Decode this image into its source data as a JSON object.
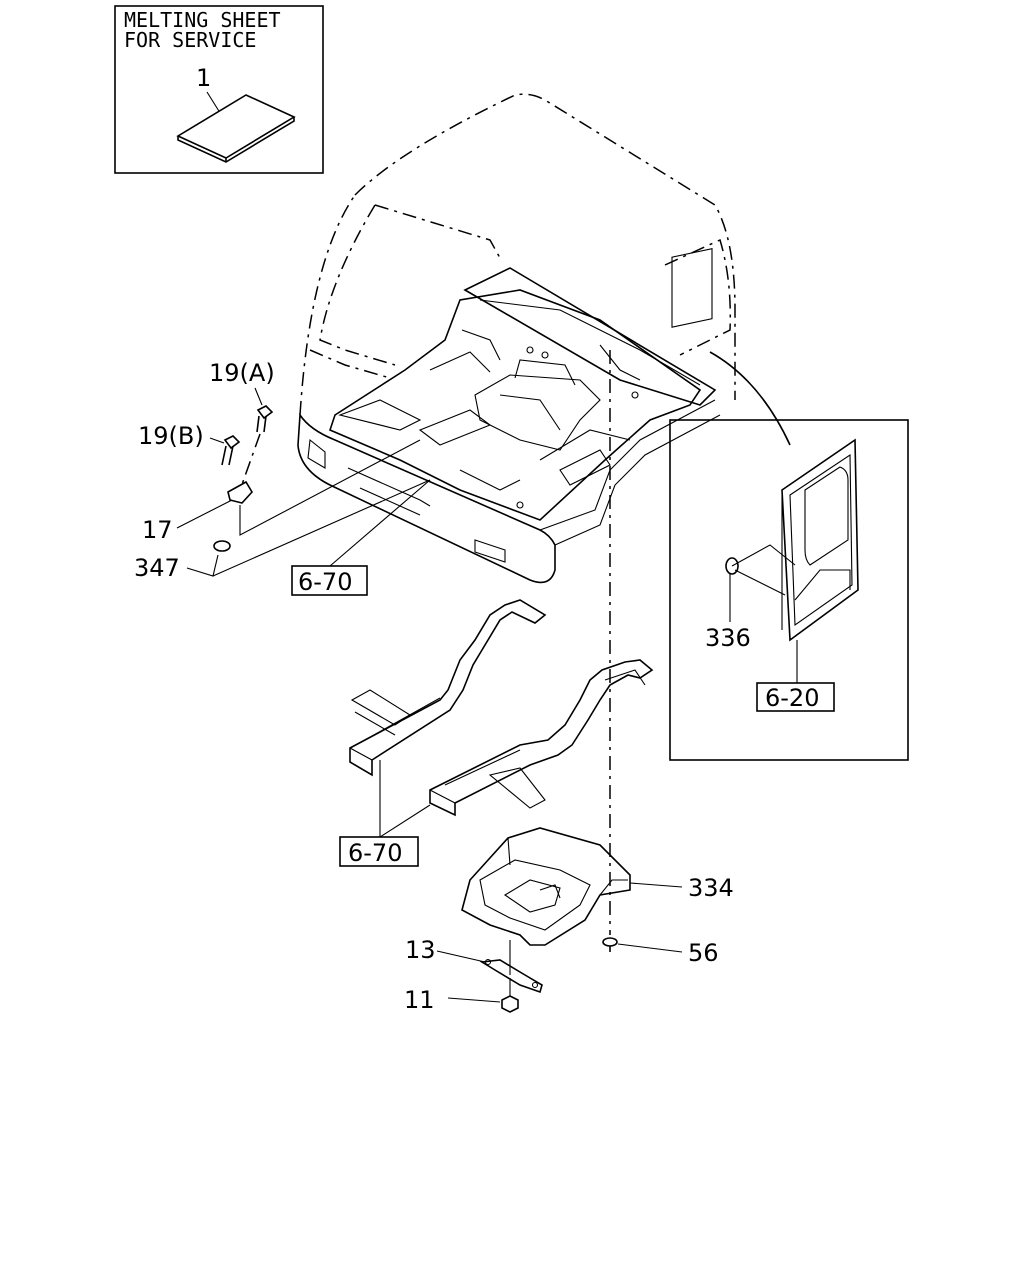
{
  "inset_title": {
    "line1": "MELTING SHEET",
    "line2": "FOR SERVICE"
  },
  "callouts": {
    "part_1": "1",
    "part_19a": "19(A)",
    "part_19b": "19(B)",
    "part_17": "17",
    "part_347": "347",
    "ref_6_70_top": "6-70",
    "ref_6_70_bottom": "6-70",
    "part_336": "336",
    "ref_6_20": "6-20",
    "part_334": "334",
    "part_56": "56",
    "part_13": "13",
    "part_11": "11"
  }
}
